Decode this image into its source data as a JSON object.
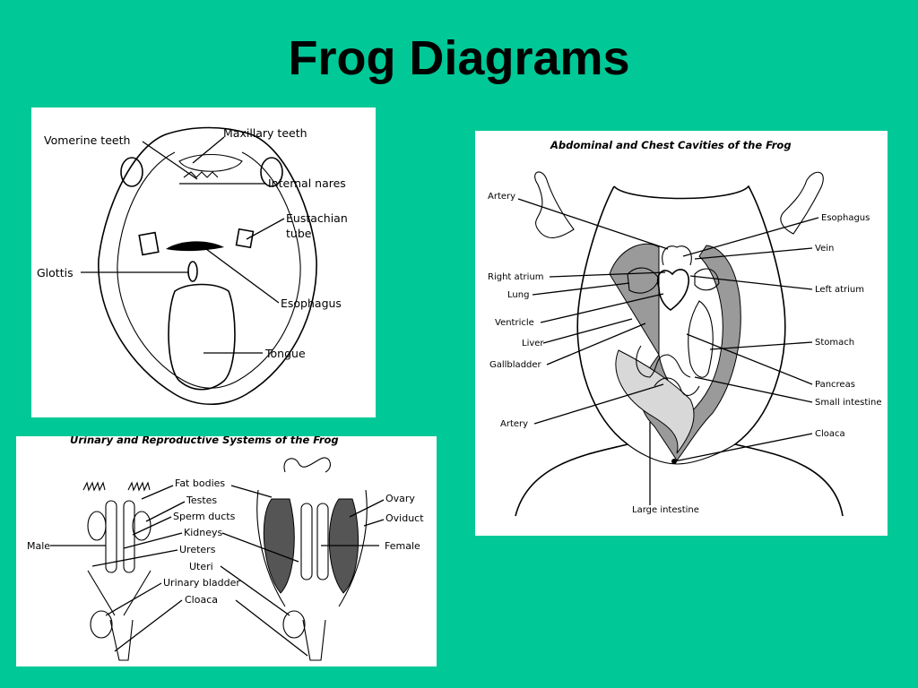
{
  "slide": {
    "title": "Frog Diagrams",
    "background": "#00c896"
  },
  "mouth_diagram": {
    "labels": {
      "vomerine_teeth": "Vomerine teeth",
      "maxillary_teeth": "Maxillary teeth",
      "internal_nares": "Internal nares",
      "eustachian_tube_1": "Eustachian",
      "eustachian_tube_2": "tube",
      "glottis": "Glottis",
      "esophagus": "Esophagus",
      "tongue": "Tongue"
    }
  },
  "abdomen_diagram": {
    "title": "Abdominal and Chest Cavities of the Frog",
    "labels": {
      "artery_top": "Artery",
      "right_atrium": "Right atrium",
      "lung": "Lung",
      "ventricle": "Ventricle",
      "liver": "Liver",
      "gallbladder": "Gallbladder",
      "artery_bottom": "Artery",
      "esophagus": "Esophagus",
      "vein": "Vein",
      "left_atrium": "Left atrium",
      "stomach": "Stomach",
      "pancreas": "Pancreas",
      "small_intestine": "Small intestine",
      "cloaca": "Cloaca",
      "large_intestine": "Large intestine"
    }
  },
  "urinary_diagram": {
    "title": "Urinary and Reproductive Systems of the Frog",
    "labels": {
      "male": "Male",
      "female": "Female",
      "fat_bodies": "Fat bodies",
      "testes": "Testes",
      "sperm_ducts": "Sperm ducts",
      "kidneys": "Kidneys",
      "ureters": "Ureters",
      "uteri": "Uteri",
      "urinary_bladder": "Urinary bladder",
      "cloaca": "Cloaca",
      "ovary": "Ovary",
      "oviduct": "Oviduct"
    }
  }
}
